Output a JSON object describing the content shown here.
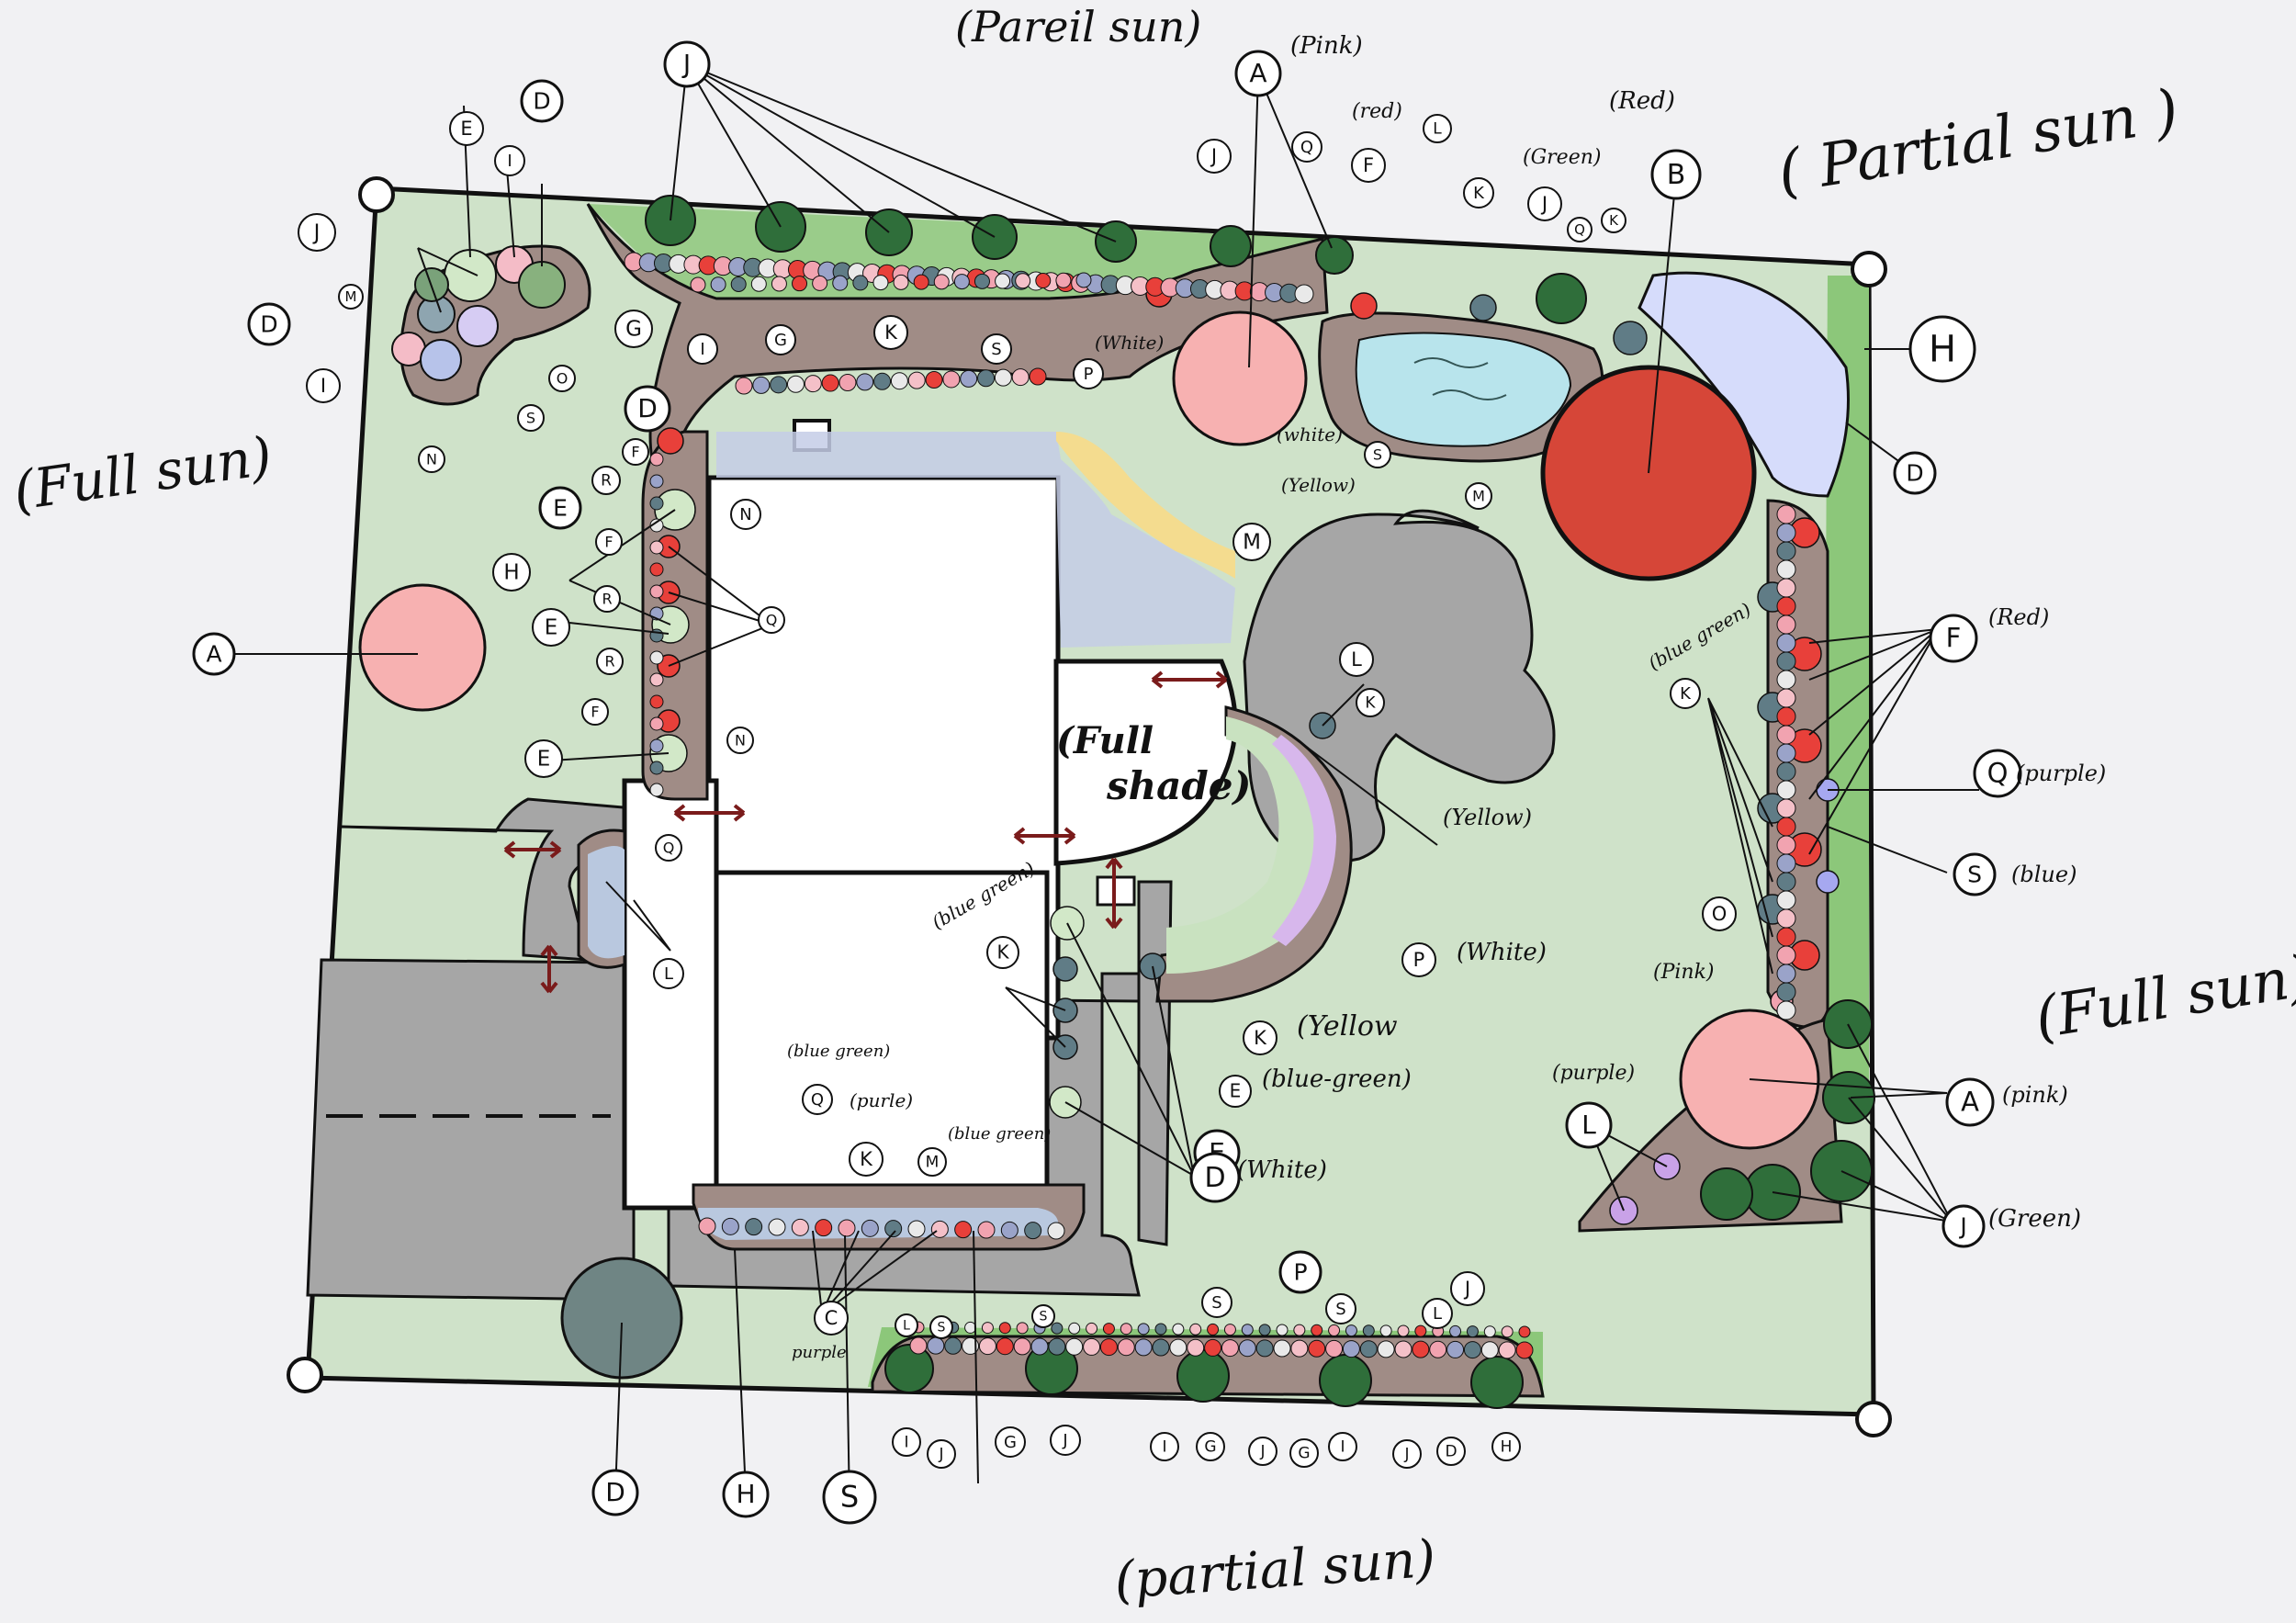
{
  "sun_labels": {
    "top": "(Pareil sun)",
    "top_right": "( Partial sun )",
    "left": "(Full sun)",
    "right": "(Full sun)",
    "bottom": "(partial sun)",
    "center": [
      "(Full",
      "shade)"
    ]
  },
  "colors": {
    "lawn": "#cfe2c9",
    "border_green": "#8cc77a",
    "path_gray": "#a6a6a6",
    "mulch": "#a08c86",
    "shrub_green": "#2f6e3a",
    "flower_red": "#e8403a",
    "flower_pink": "#f1a3b0",
    "pond": "#b8e4ec",
    "tree_red": "#d64638",
    "tree_pink": "#f7b1b1",
    "tree_gray": "#6f8584",
    "ground_blue": "#c9d2f2"
  },
  "letter_labels": [
    "J",
    "E",
    "D",
    "I",
    "J",
    "M",
    "D",
    "I",
    "G",
    "O",
    "S",
    "N",
    "I",
    "G",
    "K",
    "S",
    "P",
    "D",
    "R",
    "F",
    "N",
    "E",
    "F",
    "H",
    "R",
    "Q",
    "E",
    "R",
    "F",
    "N",
    "E",
    "A",
    "A",
    "Q",
    "F",
    "J",
    "L",
    "K",
    "J",
    "Q",
    "K",
    "B",
    "H",
    "S",
    "M",
    "D",
    "L",
    "K",
    "M",
    "P",
    "E",
    "F",
    "K",
    "O",
    "Q",
    "S",
    "A",
    "J",
    "L",
    "K",
    "Q",
    "K",
    "M",
    "K",
    "E",
    "D",
    "Q",
    "L",
    "C",
    "D",
    "H",
    "S",
    "L",
    "S",
    "S",
    "S",
    "P",
    "S",
    "L",
    "J",
    "I",
    "J",
    "G",
    "J",
    "I",
    "G",
    "J",
    "G",
    "I",
    "J",
    "D",
    "H"
  ],
  "color_notes": [
    "(Pink)",
    "(red)",
    "(Red)",
    "(Green)",
    "(White)",
    "(white)",
    "(Yellow)",
    "(blue green)",
    "(Red)",
    "(purple)",
    "(blue)",
    "(Pink)",
    "(Yellow)",
    "(White)",
    "(Yellow",
    "(blue-green)",
    "(White)",
    "(blue green)",
    "(blue green)",
    "(purle)",
    "(blue green)",
    "purple",
    "(purple)",
    "(pink)",
    "(Green)"
  ]
}
